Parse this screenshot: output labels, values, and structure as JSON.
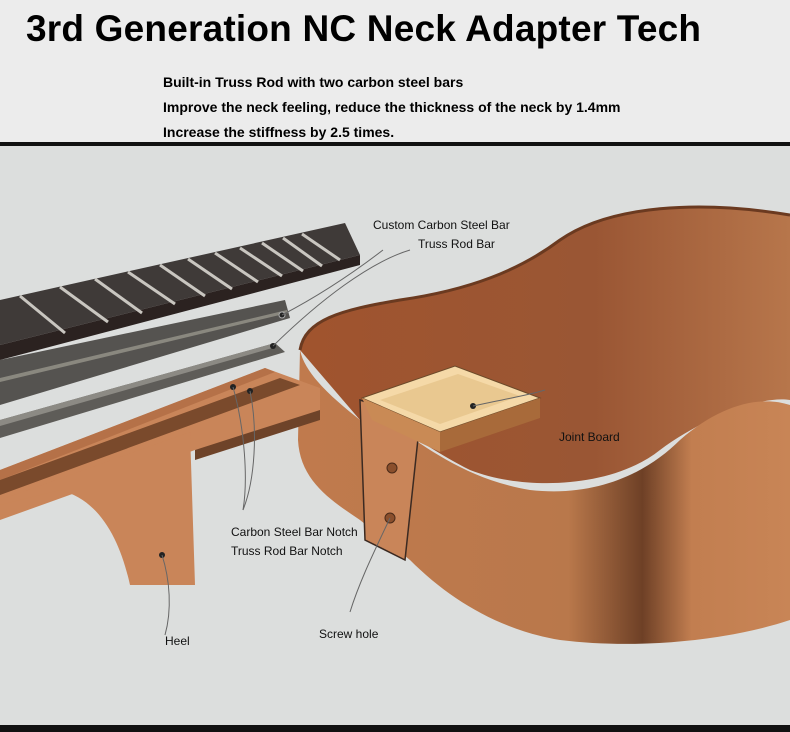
{
  "header": {
    "title": "3rd Generation NC Neck Adapter Tech",
    "bullets": [
      "Built-in Truss Rod with two carbon steel bars",
      "Improve the neck feeling, reduce the thickness of the neck by 1.4mm",
      "Increase the stiffness by 2.5 times."
    ]
  },
  "labels": {
    "custom_carbon_steel_bar": "Custom Carbon Steel Bar",
    "truss_rod_bar": "Truss Rod Bar",
    "joint_board": "Joint Board",
    "carbon_steel_bar_notch": "Carbon Steel Bar Notch",
    "truss_rod_bar_notch": "Truss Rod Bar Notch",
    "heel": "Heel",
    "screw_hole": "Screw hole"
  },
  "colors": {
    "fretboard": "#3f3a38",
    "steel": "#5a5855",
    "neck_wood": "#c98559",
    "body_wood": "#a65a34",
    "joint_board": "#f5d9a8",
    "background": "#dcdedd"
  }
}
